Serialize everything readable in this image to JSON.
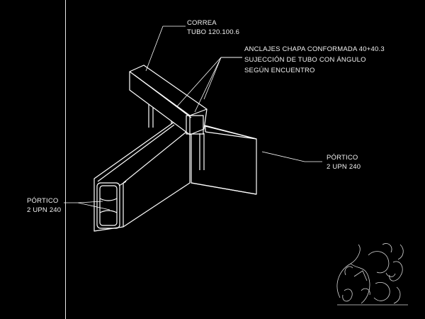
{
  "labels": {
    "correa": [
      "CORREA",
      "TUBO 120.100.6"
    ],
    "anclajes": [
      "ANCLAJES CHAPA CONFORMADA 40+40.3",
      "SUJECCIÓN DE TUBO CON ÁNGULO",
      "SEGÚN ENCUENTRO"
    ],
    "portico_right": [
      "PÓRTICO",
      "2 UPN 240"
    ],
    "portico_left": [
      "PÓRTICO",
      "2 UPN 240"
    ]
  },
  "colors": {
    "background": "#000000",
    "lines": "#ffffff",
    "text": "#f2f2f2"
  }
}
